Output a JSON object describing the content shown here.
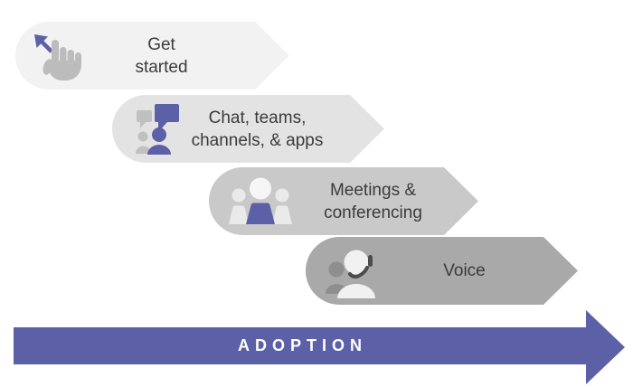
{
  "diagram": {
    "type": "process-steps",
    "steps": [
      {
        "name": "get-started",
        "label_lines": [
          "Get",
          "started"
        ],
        "icon": "tap-hand-icon",
        "bg": "#f2f2f2"
      },
      {
        "name": "chat-teams-channels-apps",
        "label_lines": [
          "Chat, teams,",
          "channels, & apps"
        ],
        "icon": "chat-people-icon",
        "bg": "#e3e3e3"
      },
      {
        "name": "meetings-conferencing",
        "label_lines": [
          "Meetings &",
          "conferencing"
        ],
        "icon": "meeting-people-icon",
        "bg": "#c9c9c9"
      },
      {
        "name": "voice",
        "label_lines": [
          "Voice"
        ],
        "icon": "headset-person-icon",
        "bg": "#a9a9a9"
      }
    ],
    "arrow": {
      "label": "ADOPTION",
      "color": "#5c61a7",
      "text_color": "#ffffff"
    },
    "colors": {
      "accent": "#5c61a7",
      "step_text": "#3b3b3b",
      "background": "#ffffff"
    }
  }
}
